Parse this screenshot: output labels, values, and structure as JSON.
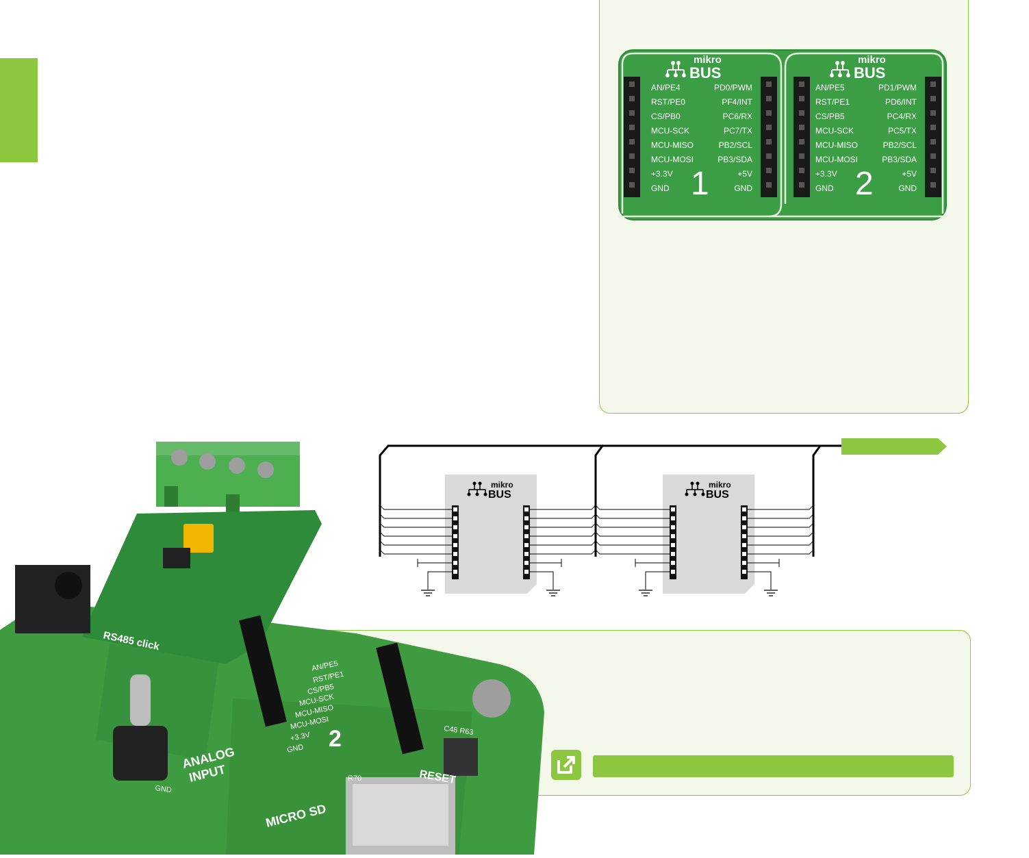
{
  "colors": {
    "accent": "#8dc63f",
    "pcb_green": "#3f9b3f",
    "box_fill": "#f4f8ea",
    "header_black": "#1a1a1a"
  },
  "mikrobus_logo": {
    "top": "mikro",
    "bottom": "BUS"
  },
  "socket1": {
    "number": "1",
    "left_pins": [
      "AN/PE4",
      "RST/PE0",
      "CS/PB0",
      "MCU-SCK",
      "MCU-MISO",
      "MCU-MOSI",
      "+3.3V",
      "GND"
    ],
    "right_pins": [
      "PD0/PWM",
      "PF4/INT",
      "PC6/RX",
      "PC7/TX",
      "PB2/SCL",
      "PB3/SDA",
      "+5V",
      "GND"
    ]
  },
  "socket2": {
    "number": "2",
    "left_pins": [
      "AN/PE5",
      "RST/PE1",
      "CS/PB5",
      "MCU-SCK",
      "MCU-MISO",
      "MCU-MOSI",
      "+3.3V",
      "GND"
    ],
    "right_pins": [
      "PD1/PWM",
      "PD6/INT",
      "PC4/RX",
      "PC5/TX",
      "PB2/SCL",
      "PB3/SDA",
      "+5V",
      "GND"
    ]
  },
  "board_photo": {
    "click_board": "RS485 click",
    "board_labels": [
      "ANALOG",
      "INPUT",
      "RESET",
      "MICRO SD",
      "2",
      "AN/PE5",
      "RST/PE1",
      "CS/PB5",
      "MCU-SCK",
      "MCU-MISO",
      "MCU-MOSI",
      "+3.3V",
      "GND",
      "C48 R63",
      "R70",
      "GND"
    ]
  },
  "icons": {
    "external_link": "external-link-icon",
    "ground": "ground-icon"
  }
}
